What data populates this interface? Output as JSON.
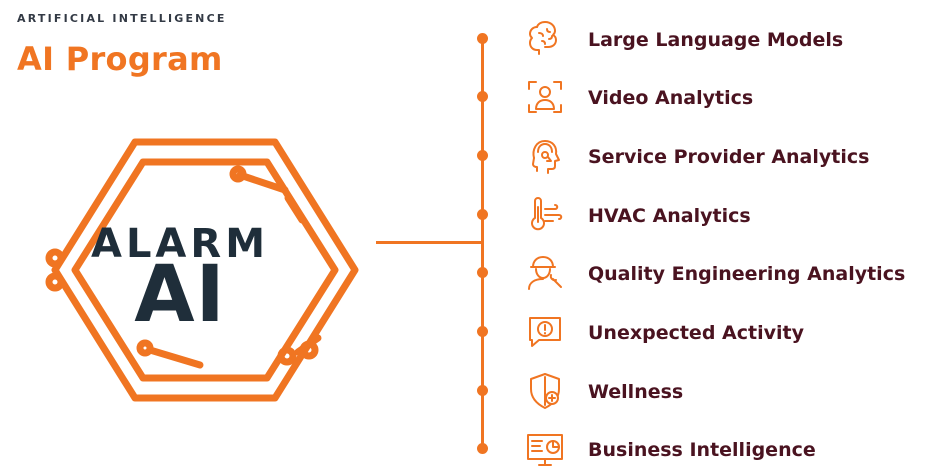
{
  "header": {
    "eyebrow": "ARTIFICIAL INTELLIGENCE",
    "title": "AI Program"
  },
  "logo": {
    "line1": "ALARM",
    "line2": "AI"
  },
  "items": [
    {
      "label": "Large Language Models",
      "icon": "brain-icon"
    },
    {
      "label": "Video Analytics",
      "icon": "person-focus-icon"
    },
    {
      "label": "Service Provider Analytics",
      "icon": "headset-agent-icon"
    },
    {
      "label": "HVAC Analytics",
      "icon": "thermometer-airflow-icon"
    },
    {
      "label": "Quality Engineering Analytics",
      "icon": "engineer-wrench-icon"
    },
    {
      "label": "Unexpected Activity",
      "icon": "alert-message-icon"
    },
    {
      "label": "Wellness",
      "icon": "shield-health-icon"
    },
    {
      "label": "Business Intelligence",
      "icon": "dashboard-monitor-icon"
    }
  ],
  "colors": {
    "accent": "#f07522",
    "label": "#4a1320",
    "logo_text": "#1f2e3a",
    "eyebrow": "#333a45"
  }
}
